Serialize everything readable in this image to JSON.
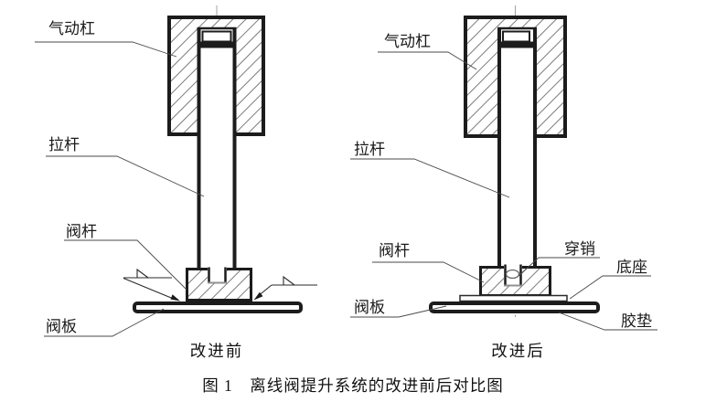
{
  "figure": {
    "caption": "图 1　离线阀提升系统的改进前后对比图",
    "before": {
      "caption": "改进前",
      "labels": {
        "pneumatic_cylinder": "气动杠",
        "pull_rod": "拉杆",
        "valve_stem": "阀杆",
        "valve_plate": "阀板"
      }
    },
    "after": {
      "caption": "改进后",
      "labels": {
        "pneumatic_cylinder": "气动杠",
        "pull_rod": "拉杆",
        "valve_stem": "阀杆",
        "through_pin": "穿销",
        "base_seat": "底座",
        "valve_plate": "阀板",
        "rubber_pad": "胶垫"
      }
    },
    "colors": {
      "line": "#1c1c1c",
      "hatch": "#5a5a5a",
      "leader": "#4a4a4a",
      "background": "#ffffff"
    }
  }
}
